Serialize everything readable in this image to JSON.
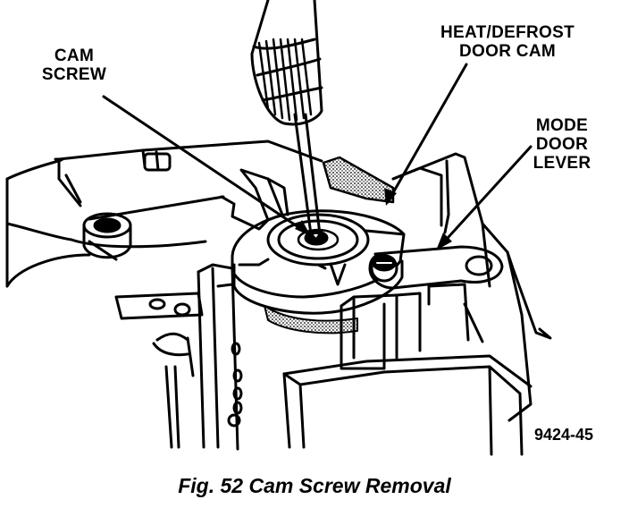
{
  "labels": {
    "cam_screw": [
      "CAM",
      "SCREW"
    ],
    "heat_defrost_door_cam": [
      "HEAT/DEFROST",
      "DOOR CAM"
    ],
    "mode_door_lever": [
      "MODE",
      "DOOR",
      "LEVER"
    ]
  },
  "figure_id": "9424-45",
  "caption": "Fig. 52 Cam Screw Removal"
}
